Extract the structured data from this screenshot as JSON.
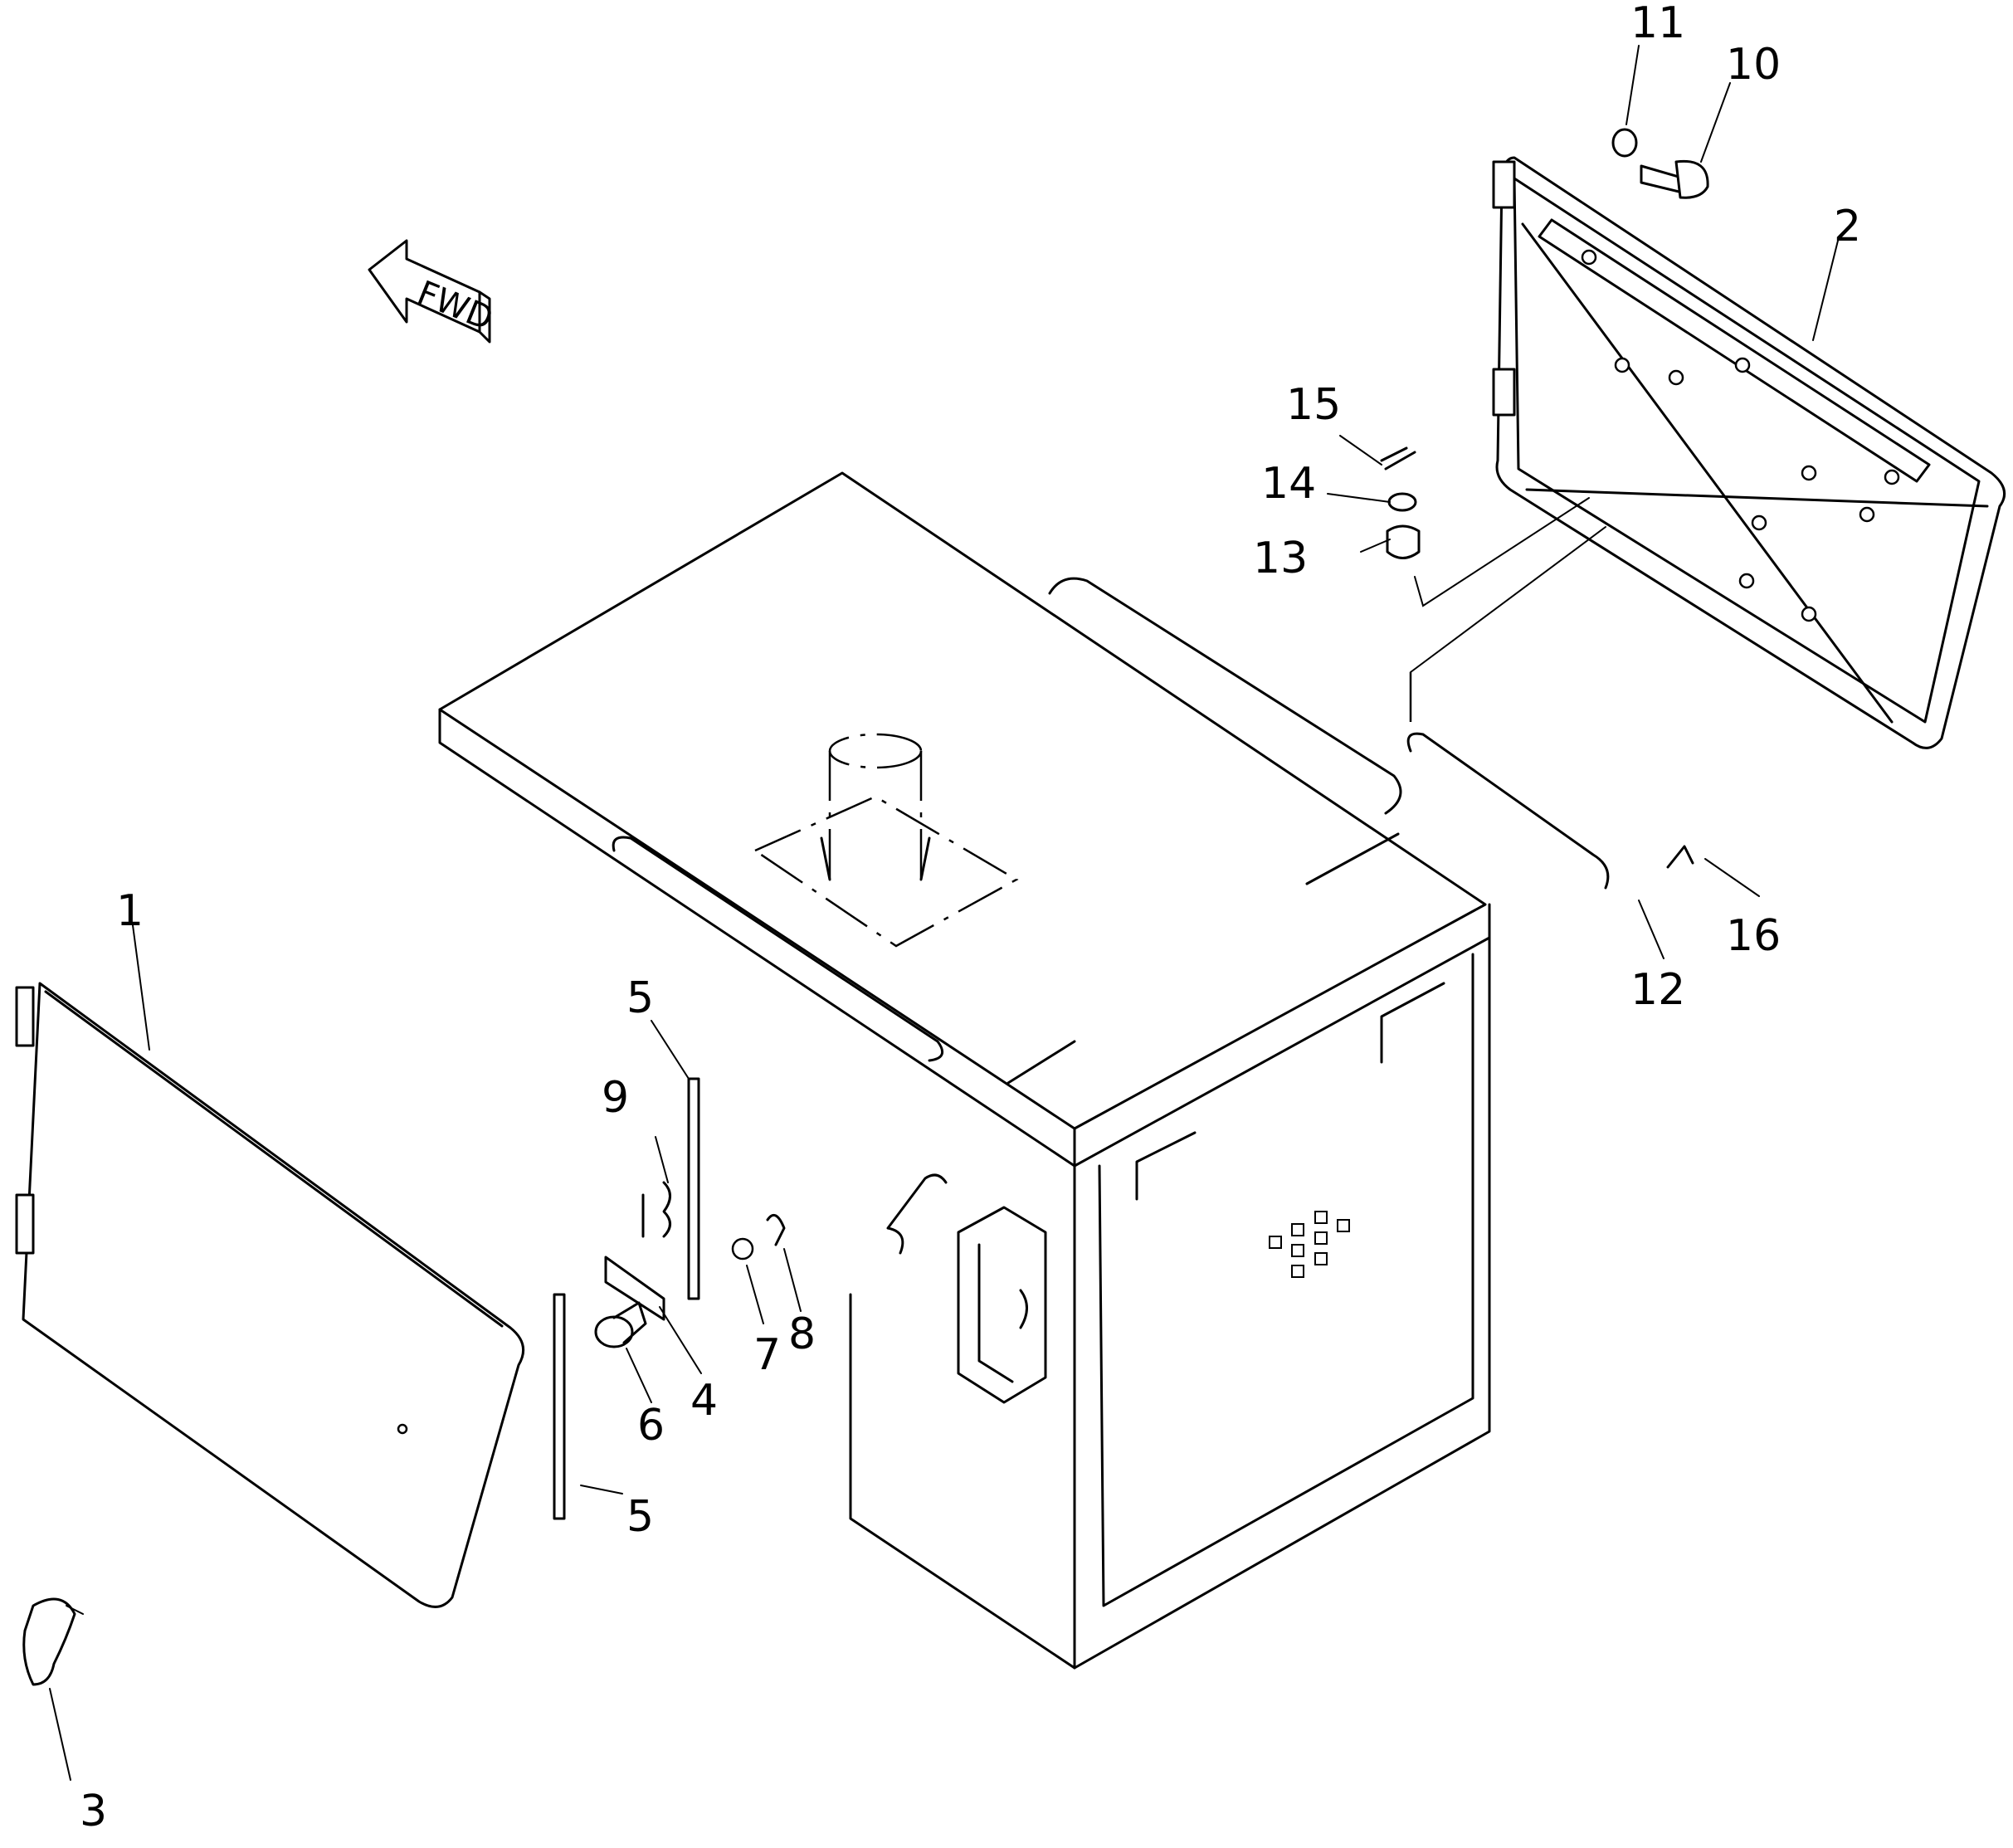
{
  "direction_arrow": {
    "label": "FWD"
  },
  "callouts": [
    "1",
    "2",
    "3",
    "4",
    "5",
    "5",
    "6",
    "7",
    "8",
    "9",
    "10",
    "11",
    "12",
    "13",
    "14",
    "15",
    "16"
  ]
}
